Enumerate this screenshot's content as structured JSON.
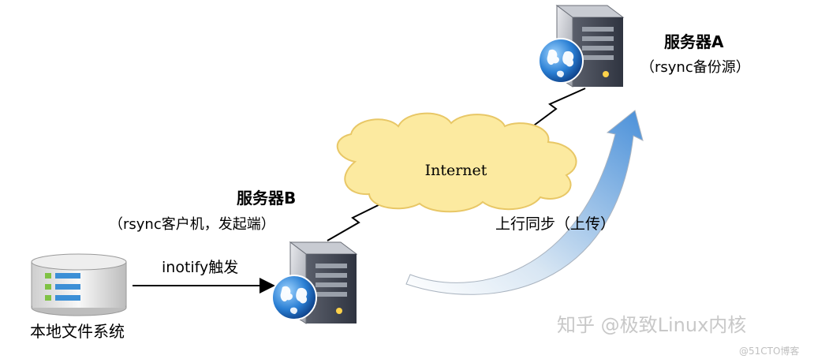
{
  "server_a": {
    "title": "服务器A",
    "subtitle": "（rsync备份源）",
    "icon": "server-globe-icon"
  },
  "server_b": {
    "title": "服务器B",
    "subtitle": "（rsync客户机，发起端）",
    "icon": "server-globe-icon"
  },
  "cloud": {
    "label": "Internet",
    "fill": "#FCEAA0",
    "stroke": "#E8C766"
  },
  "local_fs": {
    "label": "本地文件系统",
    "icon": "database-icon"
  },
  "trigger": {
    "label": "inotify触发"
  },
  "sync": {
    "label": "上行同步（上传）",
    "arrow_color": "#4A90D9"
  },
  "watermark": {
    "main": "知乎 @极致Linux内核",
    "corner": "@51CTO博客"
  }
}
